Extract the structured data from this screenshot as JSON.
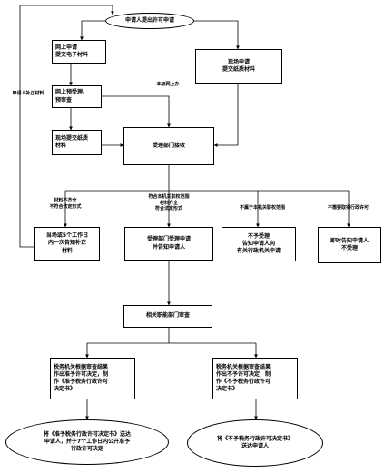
{
  "nodes": {
    "apply": "申请人提出许可申请",
    "online_submit": "网上申请\n提交电子材料",
    "online_review": "网上预受理、\n预审查",
    "offline_paper": "现场提交纸质\n材料",
    "onsite_submit": "现场申请\n提交纸质材料",
    "accept_dept": "受理部门接收",
    "notify_once": "当场或5个工作日\n内一次告知补正\n材料",
    "accept": "受理部门受理申请\n并告知申请人",
    "refer_other": "不予受理\n告知申请人向\n有关行政机关申请",
    "reject_now": "即时告知申请人\n不受理",
    "review": "相关职能部门审查",
    "grant_decision": "税务机关根据审查结果\n作出准予许可决定，制\n作《准予税务行政许可\n决定书》",
    "deny_decision": "税务机关根据审查结果\n作出不予许可决定，制\n作《不予税务行政许可\n决定书》",
    "grant_send": "将《准予税务行政许可决定书》送达\n申请人，并于7个工作日内公开准予\n行政许可决定",
    "deny_send": "将《不予税务行政许可决定书》\n送达申请人"
  },
  "labels": {
    "supplement": "申请人补正材料",
    "online_to_accept": "本级网上办",
    "incomplete": "材料不齐全\n不符合法定形式",
    "complete": "符合本机关职权范围\n材料齐全\n符合法定形式",
    "not_scope": "不属于本机关职权范围",
    "not_required": "不需要取得行政许可"
  }
}
